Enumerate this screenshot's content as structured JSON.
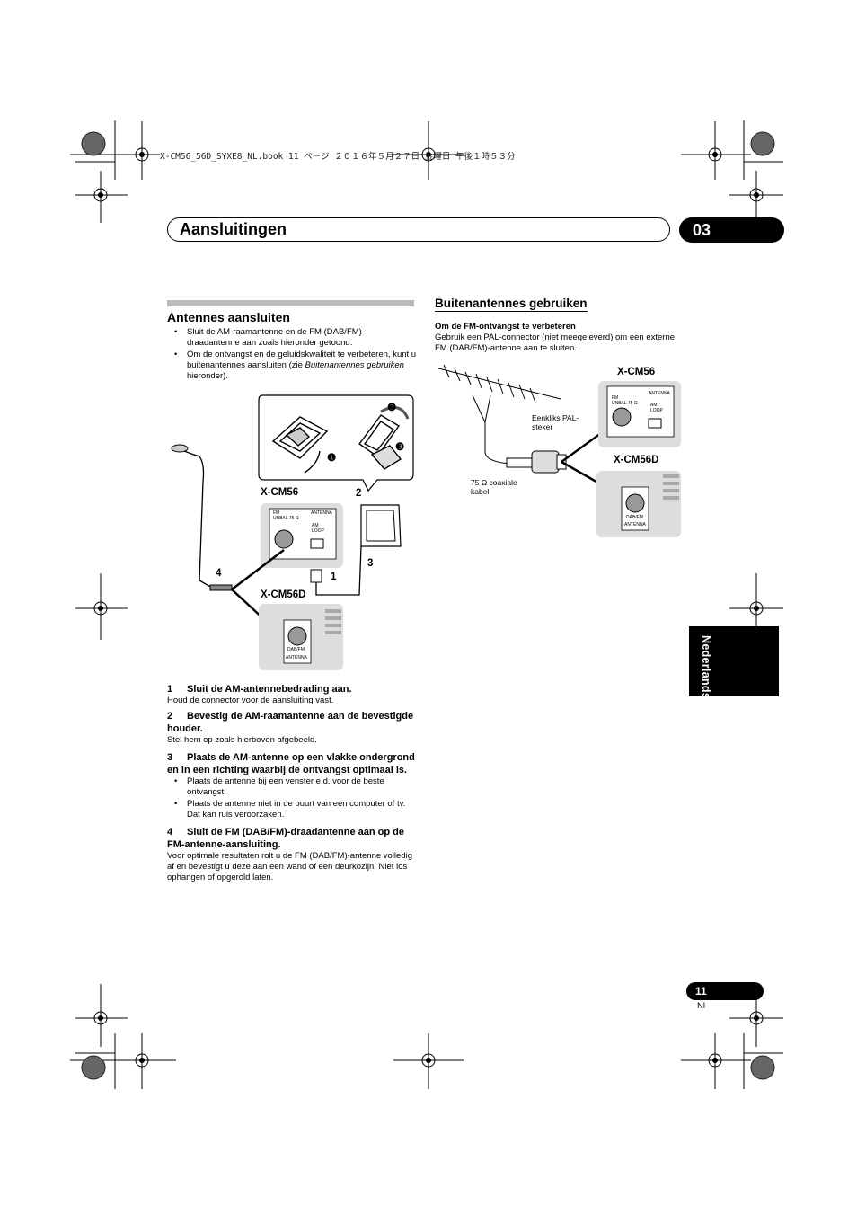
{
  "print_header": "X-CM56_56D_SYXE8_NL.book  11 ページ  ２０１６年５月２７日  金曜日  午後１時５３分",
  "header": {
    "title": "Aansluitingen",
    "chapter": "03"
  },
  "left": {
    "heading": "Antennes aansluiten",
    "bullets": [
      "Sluit de AM-raamantenne en de FM (DAB/FM)-draadantenne aan zoals hieronder getoond.",
      "Om de ontvangst en de geluidskwaliteit te verbeteren, kunt u buitenantennes aansluiten (zie "
    ],
    "bullet2_italic": "Buitenantennes gebruiken",
    "bullet2_tail": " hieronder).",
    "diagram": {
      "label_xcm56": "X-CM56",
      "label_xcm56d": "X-CM56D",
      "callouts": [
        "1",
        "2",
        "3",
        "4"
      ],
      "circled": [
        "❶",
        "❷",
        "❸"
      ],
      "panel_fm": "FM",
      "panel_unbal": "UNBAL 75 Ω",
      "panel_antenna": "ANTENNA",
      "panel_am": "AM",
      "panel_loop": "LOOP",
      "panel_dabfm": "DAB/FM"
    },
    "steps": [
      {
        "num": "1",
        "title": "Sluit de AM-antennebedrading aan.",
        "body": "Houd de connector voor de aansluiting vast."
      },
      {
        "num": "2",
        "title": "Bevestig de AM-raamantenne aan de bevestigde houder.",
        "body": "Stel hem op zoals hierboven afgebeeld."
      },
      {
        "num": "3",
        "title": "Plaats de AM-antenne op een vlakke ondergrond en in een richting waarbij de ontvangst optimaal is.",
        "bullets": [
          "Plaats de antenne bij een venster e.d. voor de beste ontvangst.",
          "Plaats de antenne niet in de buurt van een computer of tv. Dat kan ruis veroorzaken."
        ]
      },
      {
        "num": "4",
        "title": "Sluit de FM (DAB/FM)-draadantenne aan op de FM-antenne-aansluiting.",
        "body": "Voor optimale resultaten rolt u de FM (DAB/FM)-antenne volledig af en bevestigt u deze aan een wand of een deurkozijn. Niet los ophangen of opgerold laten."
      }
    ]
  },
  "right": {
    "heading": "Buitenantennes gebruiken",
    "subheading": "Om de FM-ontvangst te verbeteren",
    "body": "Gebruik een PAL-connector (niet meegeleverd) om een externe FM (DAB/FM)-antenne aan te sluiten.",
    "diagram": {
      "label_xcm56": "X-CM56",
      "label_xcm56d": "X-CM56D",
      "pal_label": "Eenkliks PAL-steker",
      "coax_label": "75 Ω coaxiale kabel",
      "panel_fm": "FM",
      "panel_unbal": "UNBAL 75 Ω",
      "panel_antenna": "ANTENNA",
      "panel_am": "AM",
      "panel_loop": "LOOP",
      "panel_dabfm": "DAB/FM"
    }
  },
  "side_tab": "Nederlands",
  "footer": {
    "page": "11",
    "lang": "Nl"
  }
}
